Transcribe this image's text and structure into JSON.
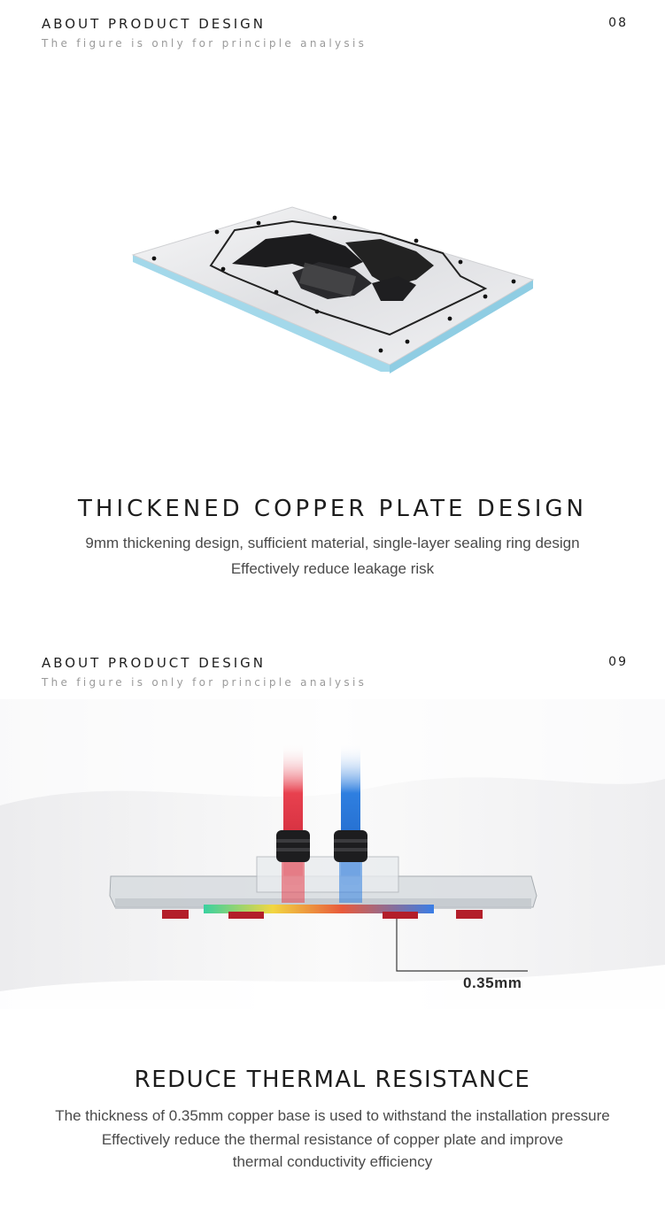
{
  "section_08": {
    "header_title": "ABOUT PRODUCT DESIGN",
    "header_subtitle": "The figure is only for principle analysis",
    "page_number": "08",
    "feature_title": "THICKENED COPPER PLATE DESIGN",
    "description_lines": [
      "9mm thickening design, sufficient material, single-layer sealing ring design",
      "Effectively reduce leakage risk"
    ]
  },
  "section_09": {
    "header_title": "ABOUT PRODUCT DESIGN",
    "header_subtitle": "The figure is only for principle analysis",
    "page_number": "09",
    "measurement_label": "0.35mm",
    "feature_title": "REDUCE THERMAL RESISTANCE",
    "description_lines": [
      "The thickness of 0.35mm copper base is used to withstand the installation pressure",
      "Effectively reduce the thermal resistance of copper plate and improve",
      "thermal conductivity efficiency"
    ]
  },
  "colors": {
    "plate_edge": "#a9dcec",
    "plate_top": "#e9eaec",
    "hot_tube": "#e8414f",
    "cold_tube": "#2f7fe0"
  }
}
